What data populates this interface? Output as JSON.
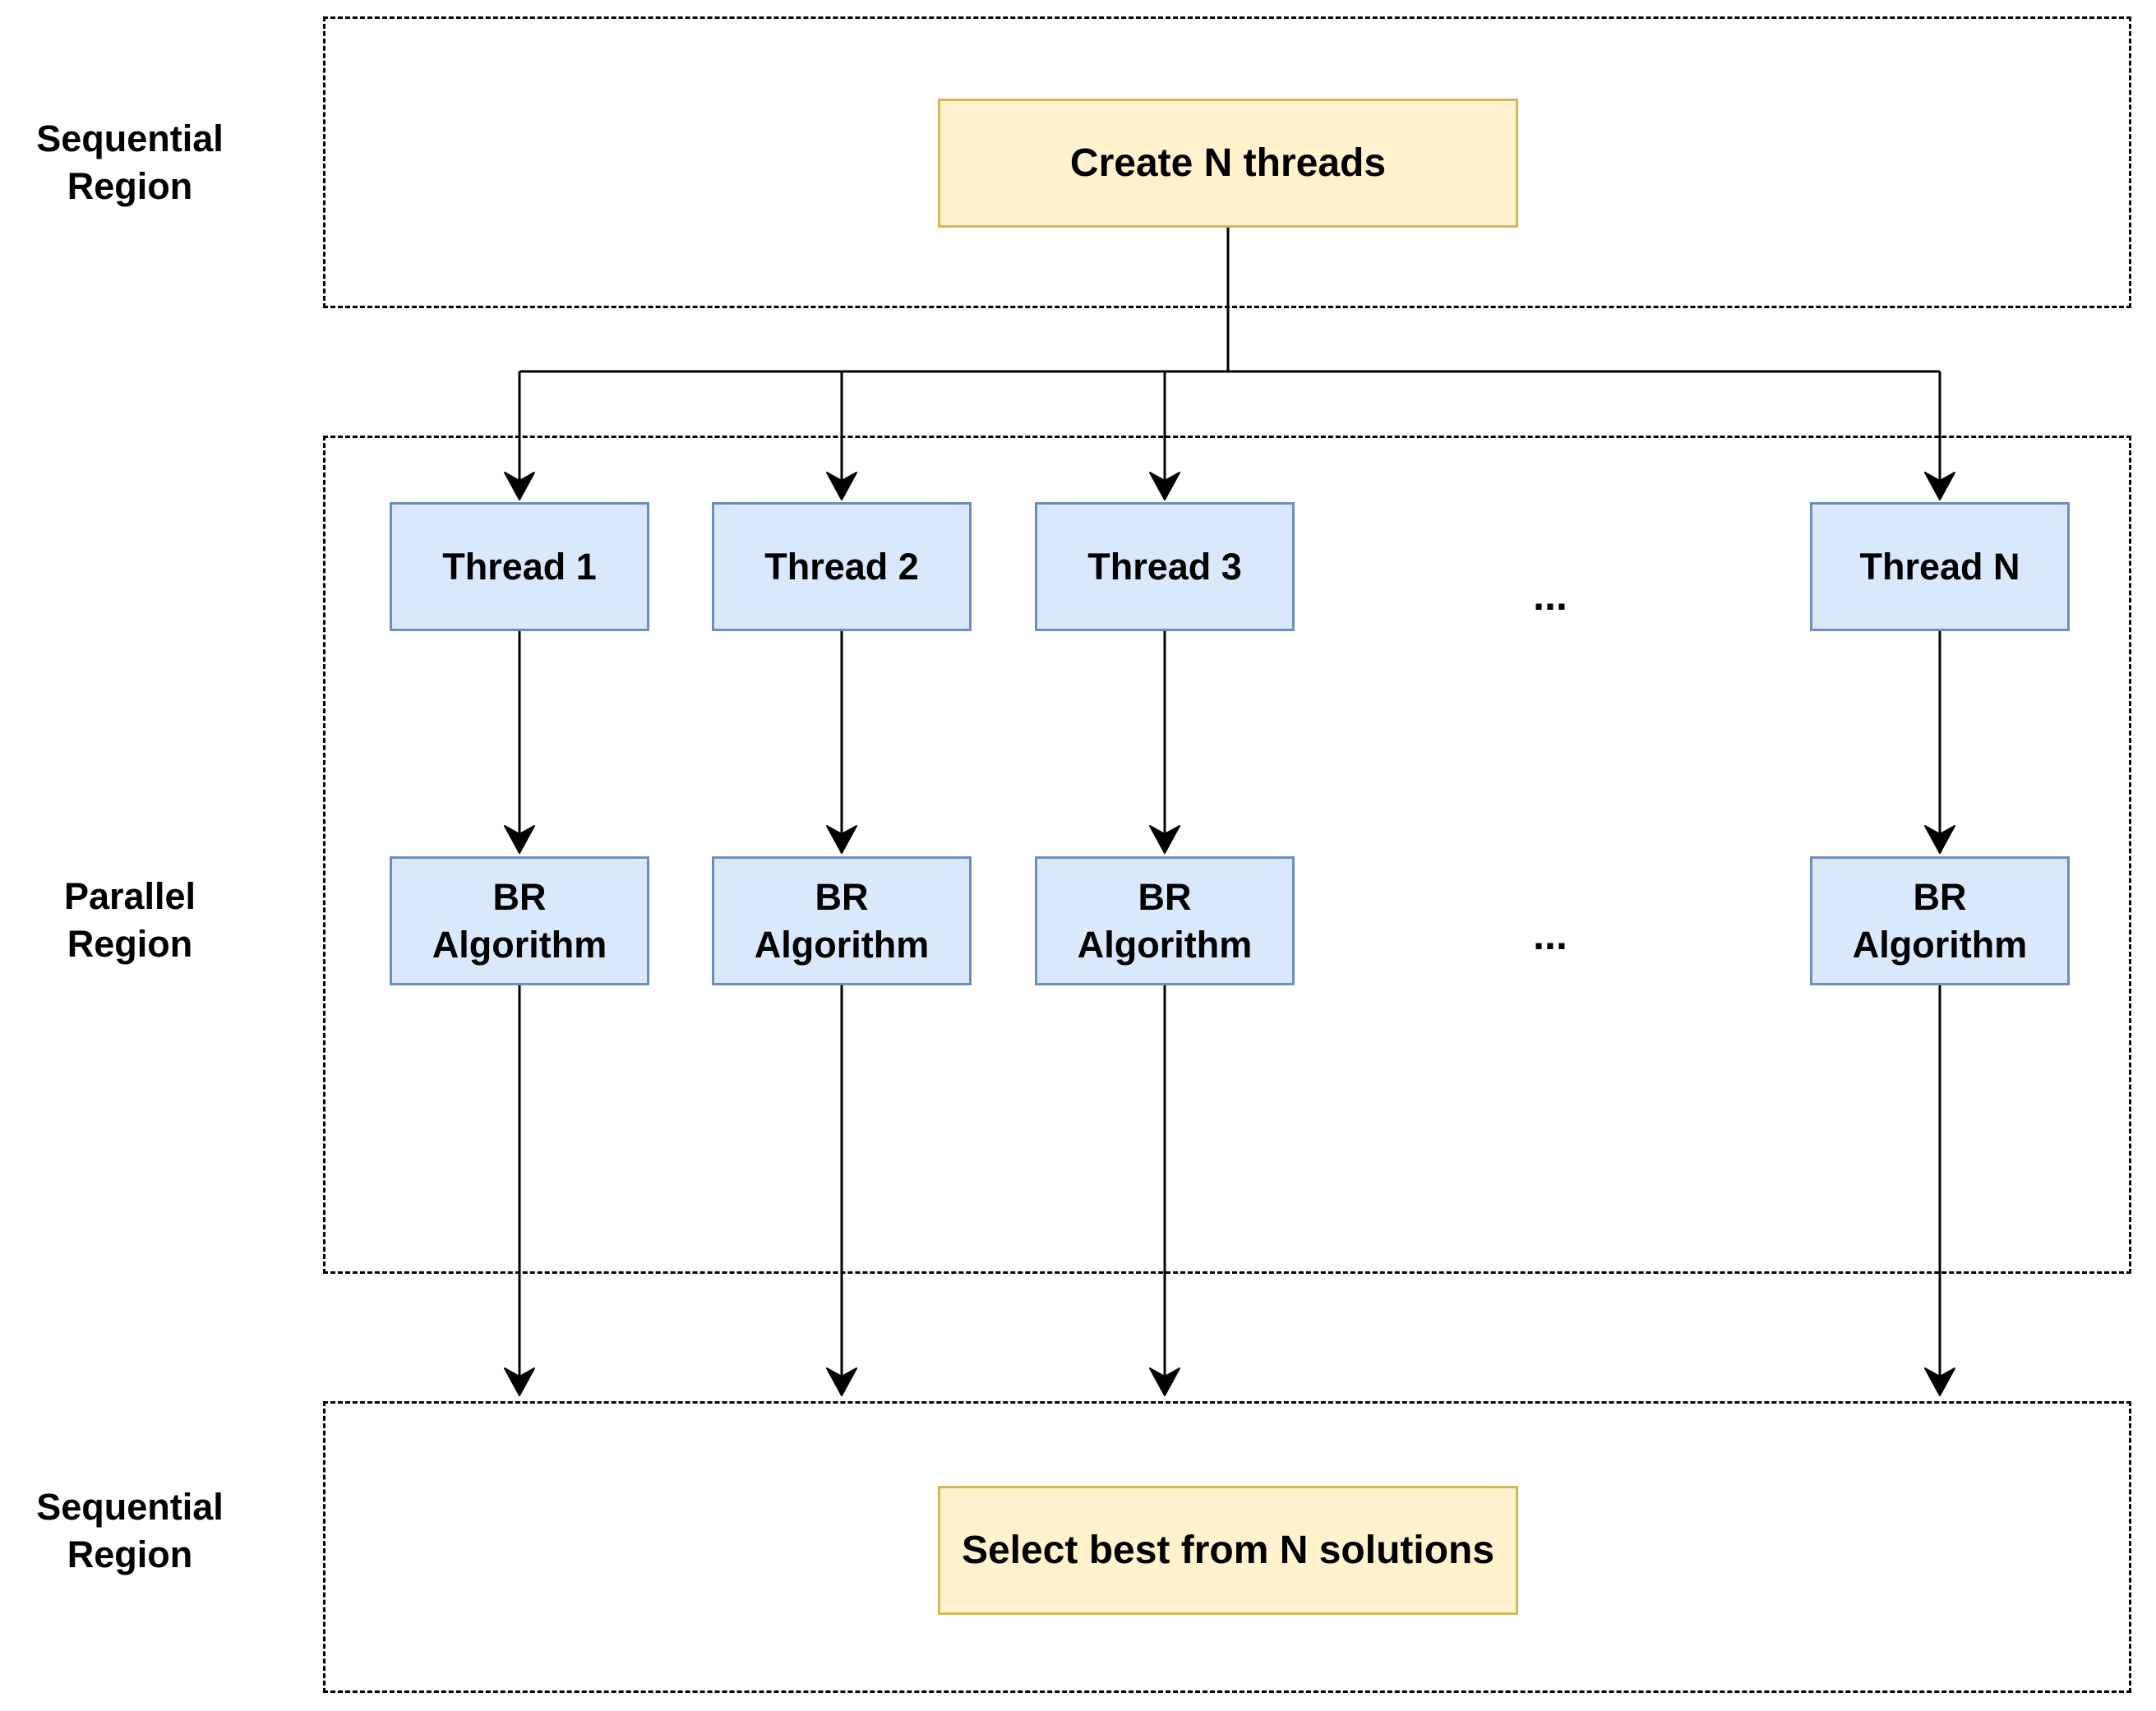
{
  "regions": {
    "top": {
      "label": "Sequential\nRegion"
    },
    "middle": {
      "label": "Parallel\nRegion"
    },
    "bottom": {
      "label": "Sequential\nRegion"
    }
  },
  "create_box": {
    "label": "Create N threads"
  },
  "select_box": {
    "label": "Select best from N solutions"
  },
  "threads": [
    {
      "thread_label": "Thread 1",
      "algo_label": "BR\nAlgorithm"
    },
    {
      "thread_label": "Thread 2",
      "algo_label": "BR\nAlgorithm"
    },
    {
      "thread_label": "Thread 3",
      "algo_label": "BR\nAlgorithm"
    },
    {
      "thread_label": "Thread N",
      "algo_label": "BR\nAlgorithm"
    }
  ],
  "ellipsis": "...",
  "colors": {
    "sequential_fill": "#fff2cc",
    "sequential_stroke": "#d6b656",
    "parallel_fill": "#dae8fc",
    "parallel_stroke": "#6c8ebf"
  }
}
